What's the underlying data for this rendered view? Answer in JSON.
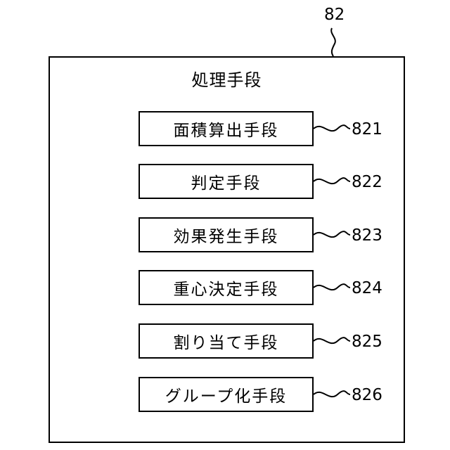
{
  "unit": {
    "ref": "82",
    "title": "処理手段"
  },
  "means": [
    {
      "label": "面積算出手段",
      "ref": "821"
    },
    {
      "label": "判定手段",
      "ref": "822"
    },
    {
      "label": "効果発生手段",
      "ref": "823"
    },
    {
      "label": "重心決定手段",
      "ref": "824"
    },
    {
      "label": "割り当て手段",
      "ref": "825"
    },
    {
      "label": "グループ化手段",
      "ref": "826"
    }
  ]
}
